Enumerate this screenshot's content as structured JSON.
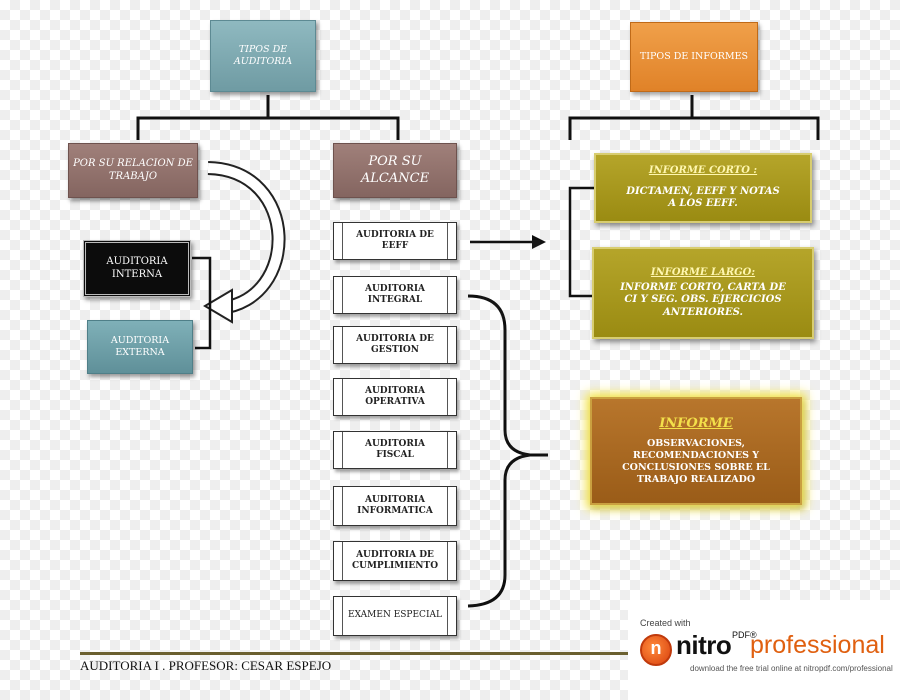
{
  "boxes": {
    "tipos_auditoria": "TIPOS DE AUDITORIA",
    "por_relacion": "POR SU RELACION DE TRABAJO",
    "por_alcance": "POR SU ALCANCE",
    "auditoria_interna": "AUDITORIA INTERNA",
    "auditoria_externa": "AUDITORIA EXTERNA",
    "alcance_items": [
      "AUDITORIA DE EEFF",
      "AUDITORIA INTEGRAL",
      "AUDITORIA DE GESTION",
      "AUDITORIA OPERATIVA",
      "AUDITORIA FISCAL",
      "AUDITORIA INFORMATICA",
      "AUDITORIA DE CUMPLIMIENTO",
      "EXAMEN ESPECIAL"
    ],
    "tipos_informes": "TIPOS DE INFORMES",
    "informe_corto_title": "INFORME CORTO :",
    "informe_corto_body": "DICTAMEN, EEFF Y NOTAS A LOS EEFF.",
    "informe_largo_title": "INFORME LARGO:",
    "informe_largo_body": "INFORME CORTO, CARTA DE CI Y SEG. OBS. EJERCICIOS ANTERIORES.",
    "informe_title": "INFORME",
    "informe_body": "OBSERVACIONES, RECOMENDACIONES Y CONCLUSIONES SOBRE EL TRABAJO REALIZADO"
  },
  "footer": "AUDITORIA I . PROFESOR: CESAR ESPEJO",
  "watermark": {
    "created_with": "Created with",
    "brand": "nitro",
    "tm": "PDF®",
    "product": "professional",
    "download": "download the free trial online at nitropdf.com/professional"
  },
  "colors": {
    "teal": "#7fa8ae",
    "brown": "#8e6f6a",
    "orange": "#e8902f",
    "olive": "#a39418",
    "informe": "#a8661f",
    "glow": "#f5e54a"
  }
}
